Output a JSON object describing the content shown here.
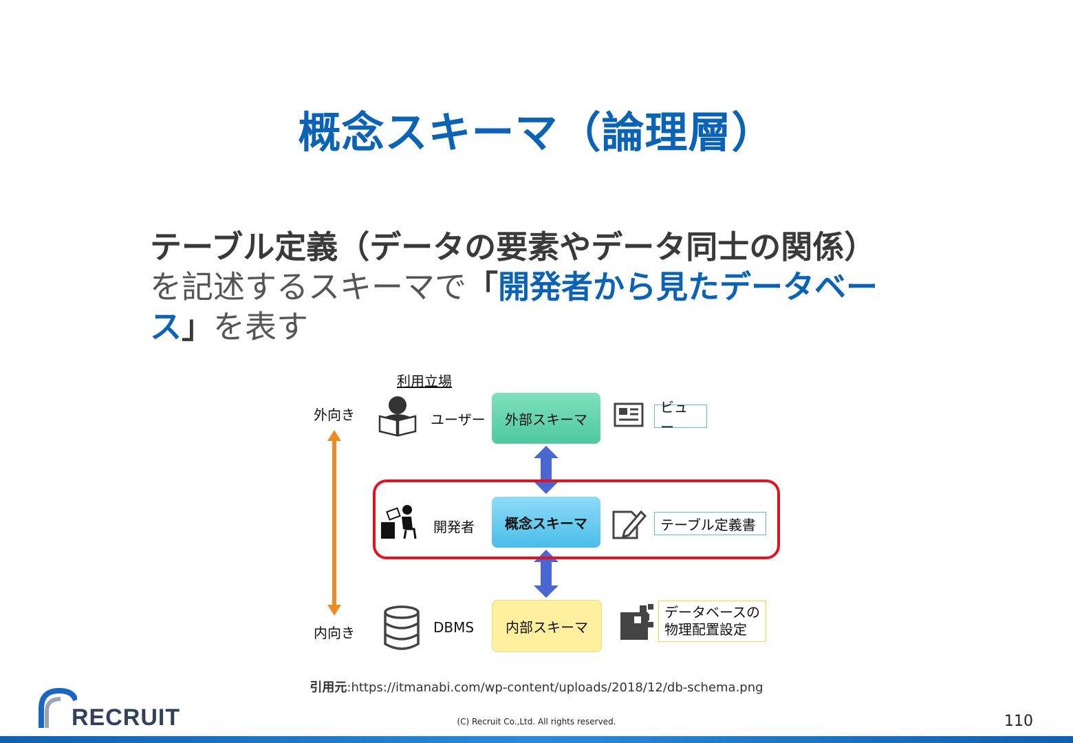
{
  "slide": {
    "title": "概念スキーマ（論理層）",
    "body": {
      "part1": "テーブル定義（データの要素やデータ同士の関係）",
      "part2": "を記述するスキーマで",
      "part3": "「",
      "part4": "開発者から見たデータベース",
      "part5": "」",
      "part6": "を表す"
    },
    "citation_label": "引用元",
    "citation_url": ":https://itmanabi.com/wp-content/uploads/2018/12/db-schema.png",
    "copyright": "(C) Recruit Co.,Ltd. All rights reserved.",
    "page_number": "110",
    "logo_text": "RECRUIT"
  },
  "diagram": {
    "header_usage": "利用立場",
    "outward": "外向き",
    "inward": "内向き",
    "rows": [
      {
        "role": "ユーザー",
        "schema": "外部スキーマ",
        "artifact": "ビュー"
      },
      {
        "role": "開発者",
        "schema": "概念スキーマ",
        "artifact": "テーブル定義書"
      },
      {
        "role": "DBMS",
        "schema": "内部スキーマ",
        "artifact_line1": "データベースの",
        "artifact_line2": "物理配置設定"
      }
    ]
  },
  "colors": {
    "title_blue": "#0b63b6",
    "highlight_red": "#e8101a",
    "arrow_orange": "#f08a24",
    "arrow_blue": "#4a66d0"
  }
}
